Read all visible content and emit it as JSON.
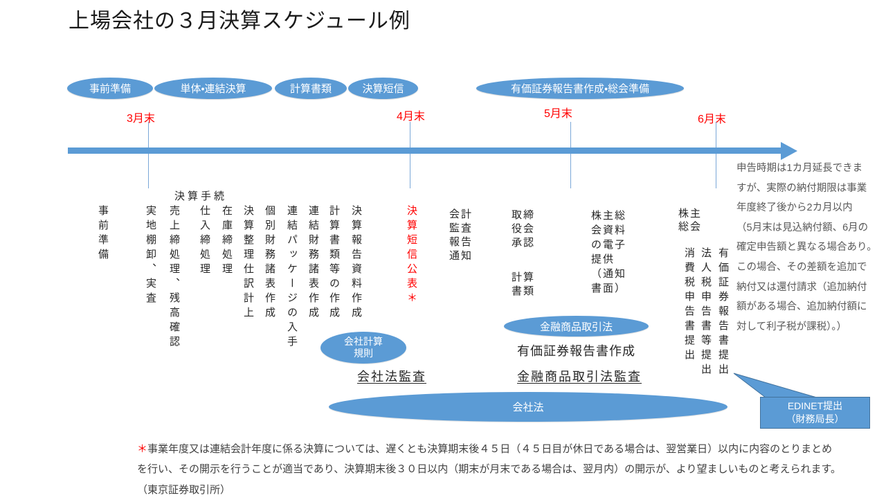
{
  "title": "上場会社の３月決算スケジュール例",
  "phases": [
    {
      "label": "事前準備"
    },
    {
      "label": "単体・連結決算"
    },
    {
      "label": "計算書類"
    },
    {
      "label": "決算短信"
    },
    {
      "label": "有価証券報告書作成・総会準備"
    }
  ],
  "timeline": {
    "months": [
      {
        "label": "3月末"
      },
      {
        "label": "4月末"
      },
      {
        "label": "5月末"
      },
      {
        "label": "6月末"
      }
    ]
  },
  "section_label": "決算手続",
  "tasks": [
    {
      "text": "事前準備"
    },
    {
      "text": "実地棚卸、実査"
    },
    {
      "text": "売上締処理、残高確認"
    },
    {
      "text": "仕入締処理"
    },
    {
      "text": "在庫締処理"
    },
    {
      "text": "決算整理仕訳計上"
    },
    {
      "text": "個別財務諸表作成"
    },
    {
      "text": "連結パッケージの入手"
    },
    {
      "text": "連結財務諸表作成"
    },
    {
      "text": "計算書類等の作成"
    },
    {
      "text": "決算報告資料作成"
    },
    {
      "text": "決算短信公表＊"
    },
    {
      "text": "消費税申告書提出"
    },
    {
      "text": "法人税申告書等提出"
    },
    {
      "text": "有価証券報告書提出"
    }
  ],
  "blocks": {
    "audit_notice": "会計\n監査\n報告\n通知",
    "board_approval": "取締\n役会\n承認",
    "board_docs": "計算\n書類",
    "meeting_docs": "株主総\n会資料\nの電子\n提供\n（通知\n書面）",
    "shareholders_meeting": "株主\n総会"
  },
  "law": {
    "company_calc_rule": "会社計算\n規則",
    "fin_instruments_act": "金融商品取引法",
    "companies_act": "会社法",
    "companies_act_audit": "会社法監査",
    "securities_report_prep": "有価証券報告書作成",
    "fin_instruments_act_audit": "金融商品取引法監査"
  },
  "edinet_callout": {
    "text": "EDINET提出\n（財務局長）"
  },
  "tax_note": {
    "text": "申告時期は1カ月延長できま\nすが、実際の納付期限は事業\n年度終了後から2カ月以内\n（5月末は見込納付額、6月の\n確定申告額と異なる場合あり。\nこの場合、その差額を追加で\n納付又は還付請求（追加納付\n額がある場合、追加納付額に\n対して利子税が課税）。）"
  },
  "footnote": {
    "marker": "＊",
    "text": "事業年度又は連結会計年度に係る決算については、遅くとも決算期末後４５日（４５日目が休日である場合は、翌営業日）以内に内容のとりまとめ\nを行い、その開示を行うことが適当であり、決算期末後３０日以内（期末が月末である場合は、翌月内）の開示が、より望ましいものと考えられます。\n（東京証券取引所）"
  },
  "colors": {
    "accent_blue": "#5b9bd5",
    "callout_border_blue": "#41719c",
    "tick_blue": "#7aa7d8",
    "highlight_red": "#ff0000",
    "body_text": "#262626",
    "note_text": "#595959"
  }
}
